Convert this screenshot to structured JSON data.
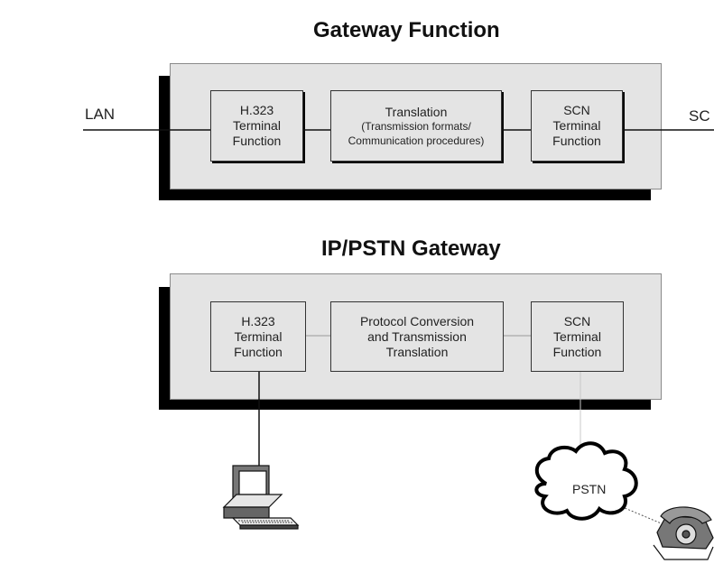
{
  "top": {
    "title": "Gateway Function",
    "left_label": "LAN",
    "right_label": "SC",
    "box1": [
      "H.323",
      "Terminal",
      "Function"
    ],
    "box2": [
      "Translation",
      "(Transmission formats/",
      "Communication procedures)"
    ],
    "box3": [
      "SCN",
      "Terminal",
      "Function"
    ]
  },
  "bottom": {
    "title": "IP/PSTN Gateway",
    "box1": [
      "H.323",
      "Terminal",
      "Function"
    ],
    "box2": [
      "Protocol Conversion",
      "and Transmission",
      "Translation"
    ],
    "box3": [
      "SCN",
      "Terminal",
      "Function"
    ],
    "cloud_label": "PSTN"
  },
  "icons": [
    "computer-icon",
    "cloud-icon",
    "telephone-icon"
  ]
}
